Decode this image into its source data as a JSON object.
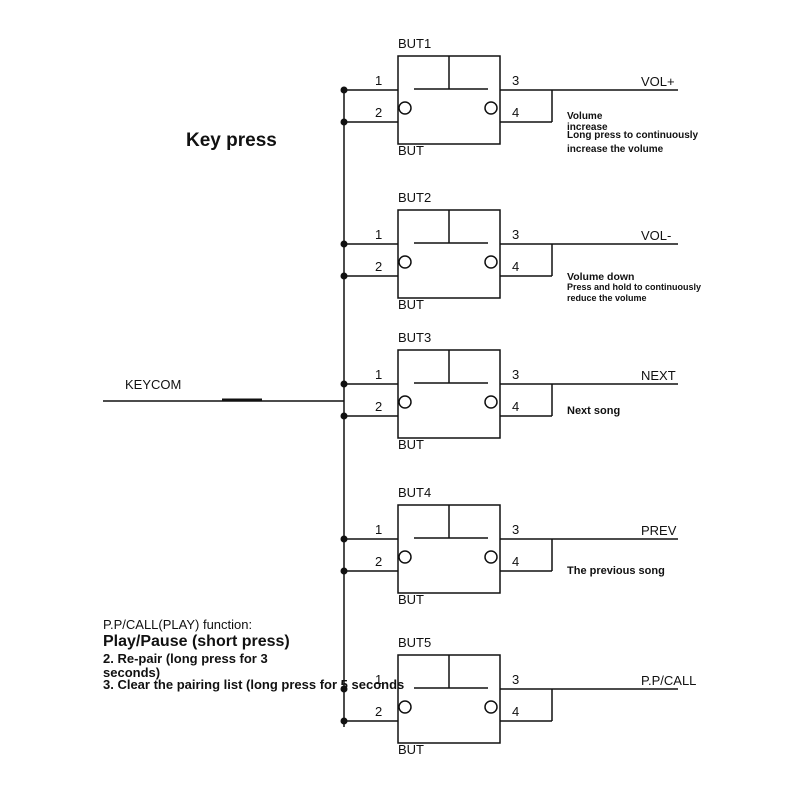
{
  "title": "Key press",
  "input_label": "KEYCOM",
  "pin_labels": {
    "p1": "1",
    "p2": "2",
    "p3": "3",
    "p4": "4",
    "bottom": "BUT"
  },
  "buttons": [
    {
      "name": "BUT1",
      "signal": "VOL+",
      "desc": [
        "Volume",
        "increase",
        "Long press to continuously",
        "increase the volume"
      ]
    },
    {
      "name": "BUT2",
      "signal": "VOL-",
      "desc": [
        "Volume down",
        "Press and hold to continuously",
        "reduce the volume"
      ]
    },
    {
      "name": "BUT3",
      "signal": "NEXT",
      "desc": [
        "Next song"
      ]
    },
    {
      "name": "BUT4",
      "signal": "PREV",
      "desc": [
        "The previous song"
      ]
    },
    {
      "name": "BUT5",
      "signal": "P.P/CALL",
      "desc": []
    }
  ],
  "ppcall": {
    "heading": "P.P/CALL(PLAY) function:",
    "line1": "Play/Pause (short press)",
    "line2a": "2. Re-pair (long press for 3",
    "line2b": "seconds)",
    "line3": "3. Clear the pairing list (long press for 5 seconds"
  }
}
